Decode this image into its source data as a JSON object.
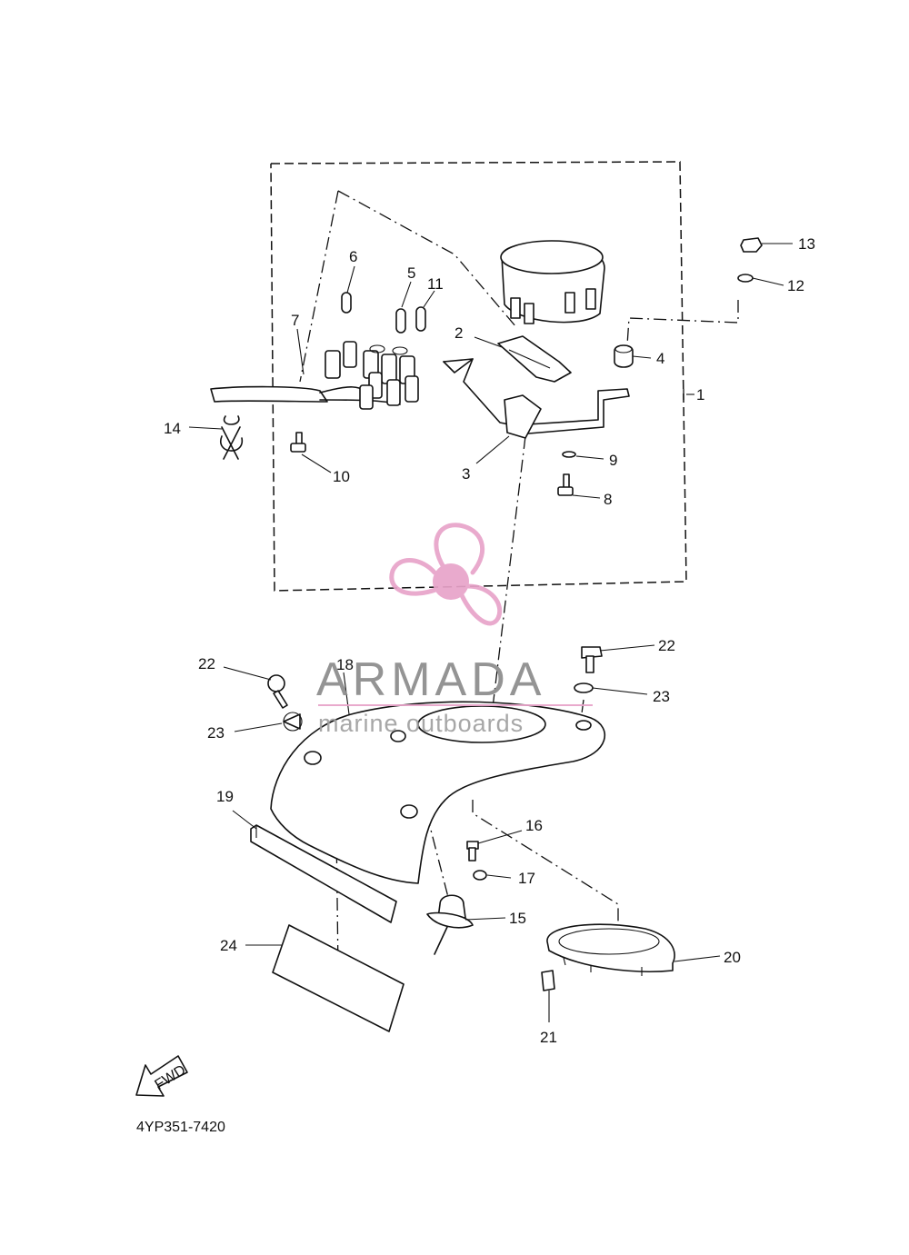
{
  "diagram": {
    "ref_code": "4YP351-7420",
    "fwd_label": "FWD",
    "watermark": {
      "title": "ARMADA",
      "subtitle": "marine outboards",
      "logo_color": "#e8a3c9",
      "text_color": "#8c8c8c"
    },
    "callouts": [
      "1",
      "2",
      "3",
      "4",
      "5",
      "6",
      "7",
      "8",
      "9",
      "10",
      "11",
      "12",
      "13",
      "14",
      "15",
      "16",
      "17",
      "18",
      "19",
      "20",
      "21",
      "22",
      "22",
      "23",
      "23",
      "24"
    ]
  }
}
